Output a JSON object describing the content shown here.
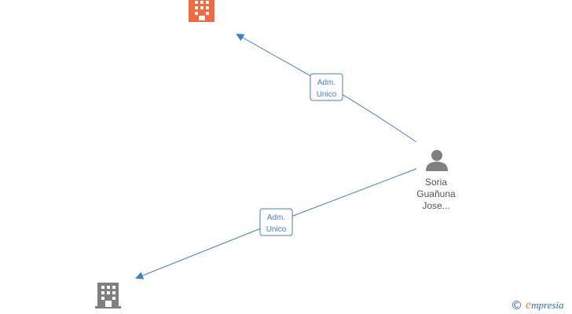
{
  "nodes": {
    "company_top": {
      "icon": "building-icon",
      "color": "#f26a3d"
    },
    "company_bottom": {
      "icon": "building-icon",
      "color": "#808080"
    },
    "person": {
      "icon": "person-icon",
      "color": "#808080",
      "label_lines": [
        "Soria",
        "Guañuna",
        "Jose..."
      ]
    }
  },
  "edges": [
    {
      "from": "person",
      "to": "company_top",
      "label_lines": [
        "Adm.",
        "Unico"
      ]
    },
    {
      "from": "person",
      "to": "company_bottom",
      "label_lines": [
        "Adm.",
        "Unico"
      ]
    }
  ],
  "colors": {
    "edge": "#3d7fd1",
    "brand_blue": "#2a6fb8",
    "brand_orange": "#e8891c"
  },
  "brand": {
    "copyright": "©",
    "first_letter": "e",
    "rest": "mpresia"
  }
}
